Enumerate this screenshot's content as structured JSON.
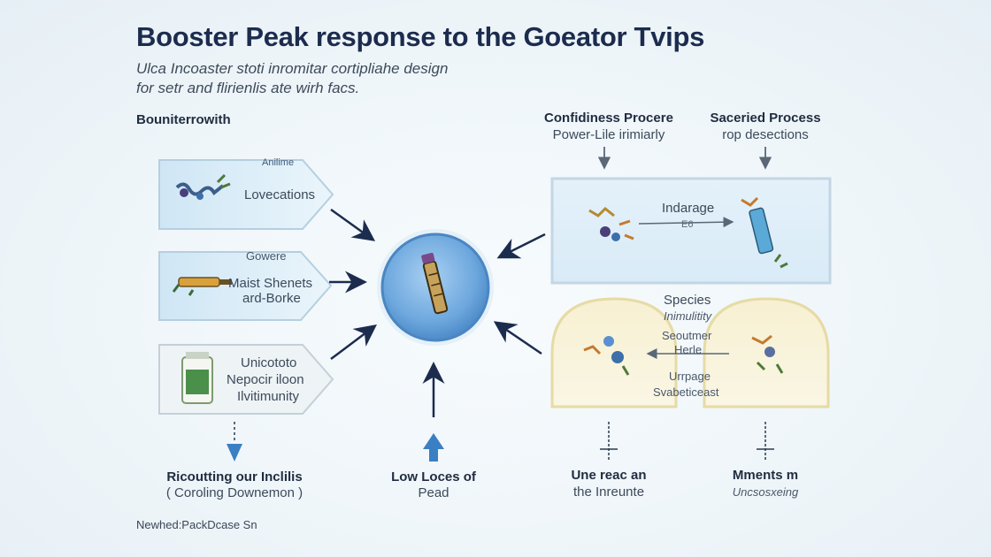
{
  "header": {
    "title": "Booster Peak response to the Goeator Tvips",
    "subtitle_line1": "Ulca Incoaster stoti inromitar cortipliahe design",
    "subtitle_line2": "for setr and flirienlis ate wirh facs."
  },
  "left": {
    "heading": "Bouniterrowith",
    "box1": {
      "tag": "Anilime",
      "label": "Lovecations"
    },
    "box2": {
      "tag": "Gowere",
      "line1": "Maist Shenets",
      "line2": "ard-Borke"
    },
    "box3": {
      "line1": "Unicototo",
      "line2": "Nepocir iloon",
      "line3": "Ilvitimunity"
    },
    "bottom": {
      "line1": "Ricoutting our Inclilis",
      "line2": "( Coroling Downemon )"
    }
  },
  "center": {
    "bottom": {
      "line1": "Low Loces of",
      "line2": "Pead"
    }
  },
  "right": {
    "col1": {
      "heading": "Confidiness Procere",
      "sub": "Power-Lile irimiarly"
    },
    "col2": {
      "heading": "Saceried Process",
      "sub": "rop desections"
    },
    "top_panel": {
      "label": "Indarage",
      "sub": "E6"
    },
    "arch": {
      "l1": "Species",
      "l2": "Inimulitity",
      "l3": "Seoutmer",
      "l4": "Herle",
      "l5": "Urrpage",
      "l6": "Svabeticeast"
    },
    "bottom_left": {
      "line1": "Une reac an",
      "line2": "the Inreunte"
    },
    "bottom_right": {
      "line1": "Mments m",
      "line2": "Uncsosxeing"
    }
  },
  "footer": {
    "note": "Newhed:PackDcase Sn"
  },
  "colors": {
    "navy_arrow": "#1c2c4e",
    "blue_accent": "#3a7fc4",
    "box_fill": "#d6eaf6",
    "arch_fill": "#f5efcf",
    "circle_fill": "#6aa3dc"
  }
}
